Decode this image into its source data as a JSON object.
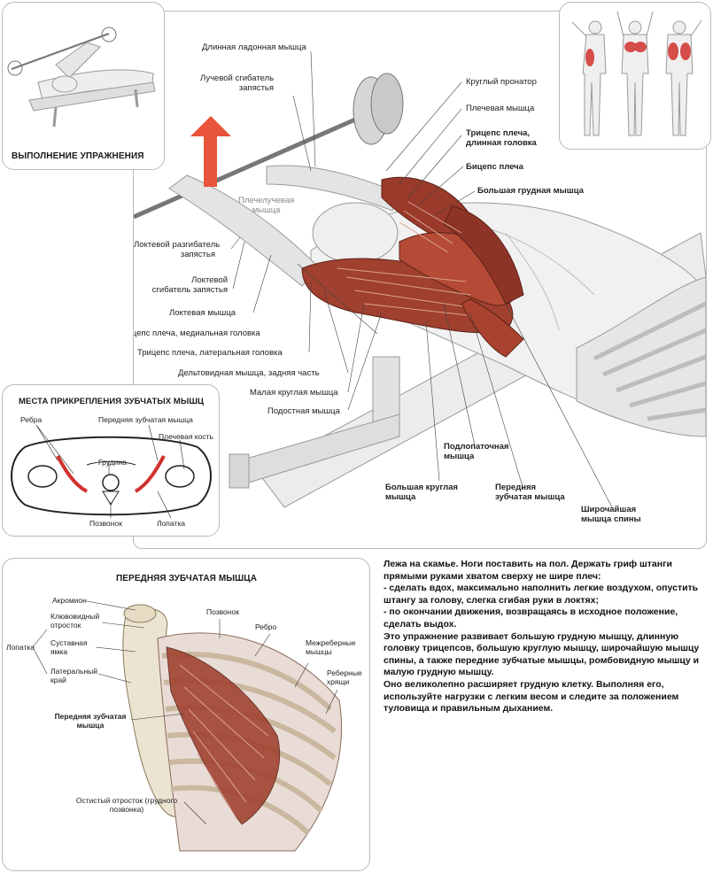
{
  "main": {
    "labels": {
      "dlinnaya": "Длинная ладонная мышца",
      "luchevoy": "Лучевой сгибатель\nзапястья",
      "plecheluch": "Плечелучевая\nмышца",
      "loktevoy_razgib": "Локтевой разгибатель\nзапястья",
      "loktevoy_sgib": "Локтевой\nсгибатель запястья",
      "loktevaya": "Локтевая мышца",
      "triceps_med": "Трицепс плеча, медиальная головка",
      "triceps_lat": "Трицепс плеча, латеральная головка",
      "deltoid": "Дельтовидная мышца, задняя часть",
      "malaya_kruglaya": "Малая круглая мышца",
      "podostnaya": "Подостная мышца",
      "krugly_pronator": "Круглый пронатор",
      "plechevaya": "Плечевая мышца",
      "triceps_long": "Трицепс плеча,\nдлинная головка",
      "biceps": "Бицепс плеча",
      "grudnaya": "Большая грудная мышца",
      "podlopatochnaya": "Подлопаточная\nмышца",
      "bolshaya_kruglaya": "Большая круглая\nмышца",
      "perednyaya_zub": "Передняя\nзубчатая мышца",
      "shirochaishaya": "Широчайшая\nмышца спины"
    }
  },
  "inset_exec": {
    "title": "ВЫПОЛНЕНИЕ УПРАЖНЕНИЯ"
  },
  "inset_attach": {
    "title": "МЕСТА ПРИКРЕПЛЕНИЯ ЗУБЧАТЫХ МЫШЦ",
    "labels": {
      "rebra": "Ребра",
      "perednyaya": "Передняя зубчатая мышца",
      "plechevaya_kost": "Плечевая кость",
      "grudina": "Грудина",
      "pozvonok": "Позвонок",
      "lopatka": "Лопатка"
    }
  },
  "inset_serratus": {
    "title": "ПЕРЕДНЯЯ ЗУБЧАТАЯ МЫШЦА",
    "labels": {
      "akromion": "Акромион",
      "klyuvovidny": "Клювовидный\nотросток",
      "sustavnaya": "Суставная\nямка",
      "lateralny": "Латеральный\nкрай",
      "lopatka": "Лопатка",
      "pozvonok": "Позвонок",
      "rebro": "Ребро",
      "mezhrebernye": "Межреберные\nмышцы",
      "rebernye": "Реберные\nхрящи",
      "perednyaya": "Передняя зубчатая\nмышца",
      "ostisty": "Остистый отросток (грудного\nпозвонка)"
    }
  },
  "description": {
    "paragraphs": [
      "Лежа на скамье. Ноги поставить на пол. Держать гриф штанги прямыми руками хватом сверху не шире плеч:",
      "- сделать вдох, максимально наполнить легкие воздухом, опустить штангу за голову, слегка сгибая руки в локтях;",
      "- по окончании движения, возвращаясь в исходное положение, сделать выдох.",
      "Это упражнение развивает большую грудную мышцу, длинную головку трицепсов, большую круглую мышцу, широчайшую мышцу спины, а также передние зубчатые мышцы, ромбовидную мышцу и малую грудную мышцу.",
      "Оно великолепно расширяет грудную клетку. Выполняя его, используйте нагрузки с легким весом и следите за положением туловища и правильным дыханием."
    ]
  },
  "colors": {
    "muscle": "#a0402e",
    "muscle_dark": "#6e2a1d",
    "arrow": "#e8553a",
    "highlight": "#d0312d"
  }
}
